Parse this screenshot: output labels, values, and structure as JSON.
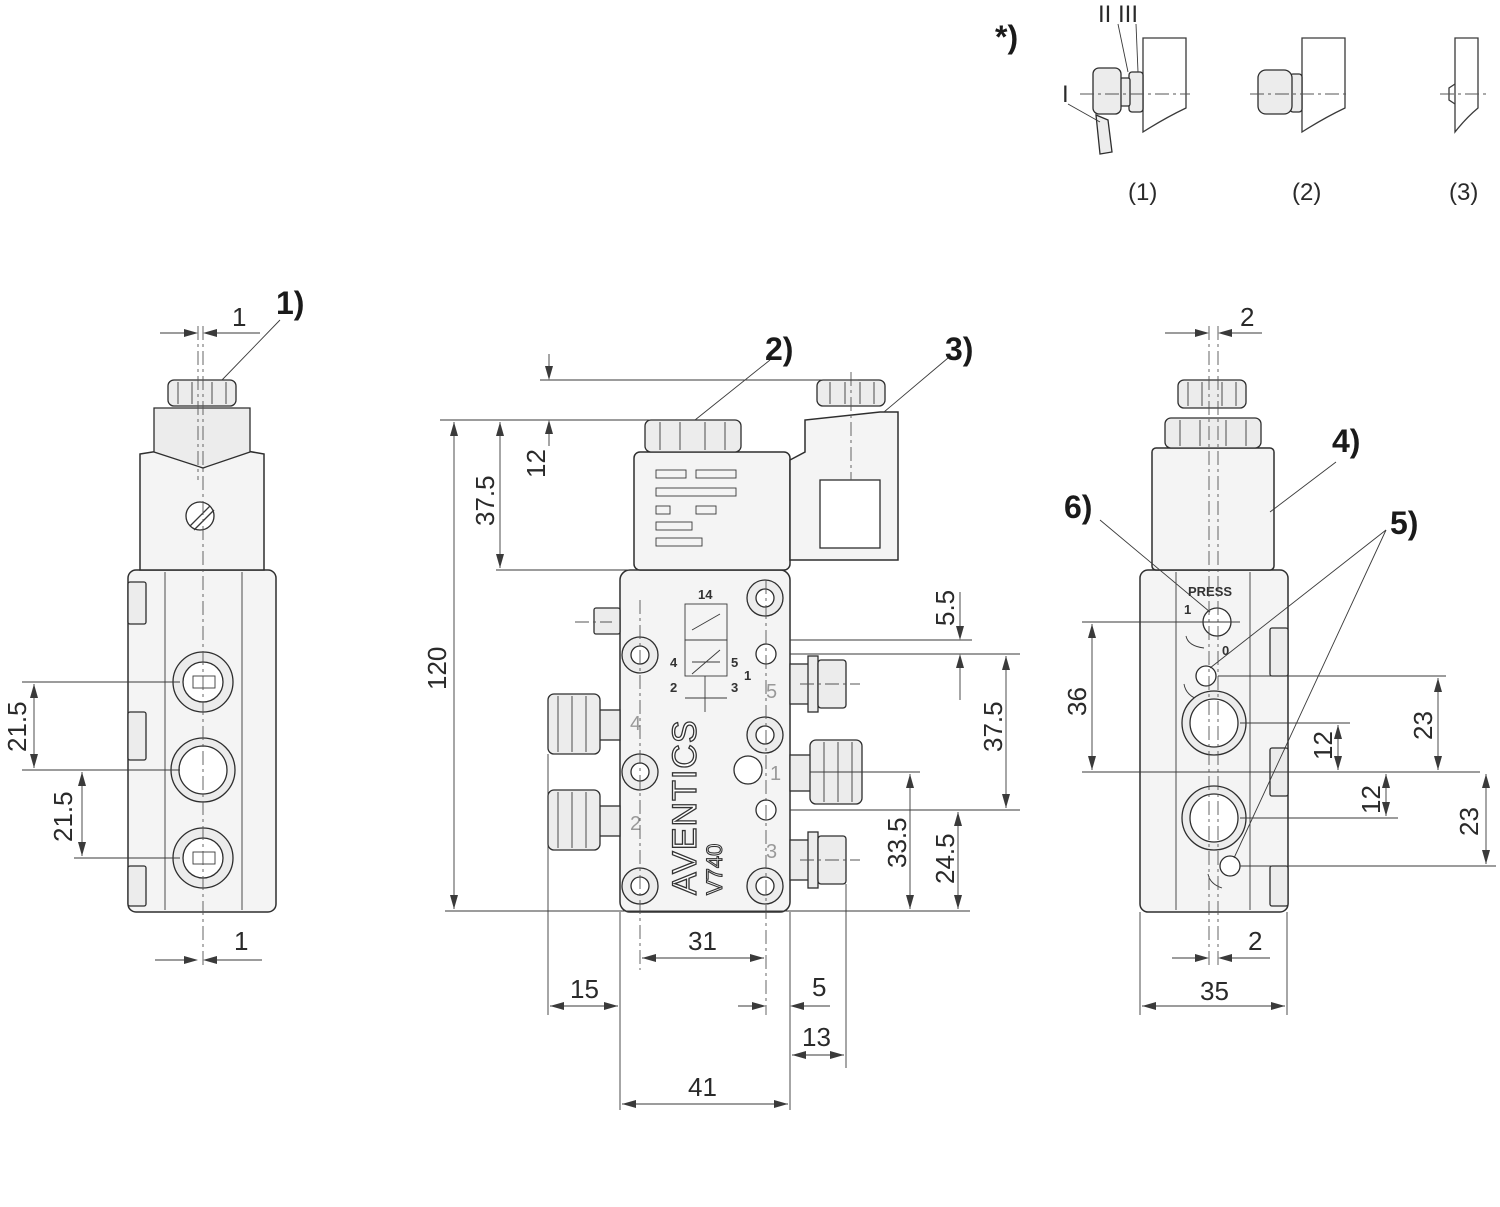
{
  "detail": {
    "marker": "*)",
    "pos_I": "I",
    "pos_II_III": "II III",
    "captions": [
      "(1)",
      "(2)",
      "(3)"
    ]
  },
  "callouts": {
    "c1": "1)",
    "c2": "2)",
    "c3": "3)",
    "c4": "4)",
    "c5": "5)",
    "c6": "6)"
  },
  "valve": {
    "brand": "AVENTICS",
    "model": "V740",
    "press_label": "PRESS",
    "knob_marks": [
      "1",
      "0"
    ],
    "port_labels": [
      "5",
      "1",
      "4",
      "2",
      "3"
    ],
    "schematic_labels": [
      "14",
      "4",
      "5",
      "1",
      "2",
      "3"
    ]
  },
  "dimensions": {
    "left_top": "1",
    "left_bottom": "1",
    "left_v1": "21.5",
    "left_v2": "21.5",
    "center_12": "12",
    "center_37_5_top": "37.5",
    "center_120": "120",
    "center_5_5": "5.5",
    "center_37_5_right": "37.5",
    "center_33_5": "33.5",
    "center_24_5": "24.5",
    "center_31": "31",
    "center_15": "15",
    "center_5": "5",
    "center_13": "13",
    "center_41": "41",
    "right_top": "2",
    "right_bottom": "2",
    "right_36": "36",
    "right_23_a": "23",
    "right_12_a": "12",
    "right_12_b": "12",
    "right_23_b": "23",
    "right_35": "35"
  }
}
